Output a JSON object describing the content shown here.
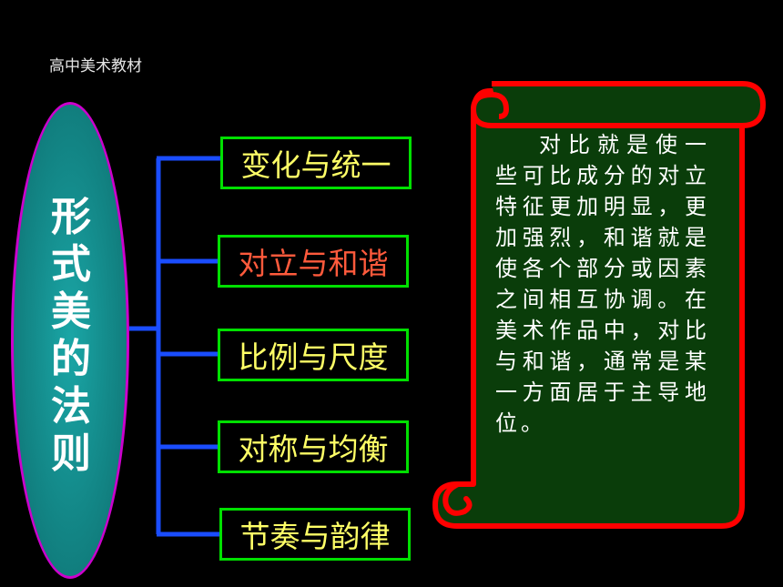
{
  "caption": "高中美术教材",
  "main_title": "形式美的法则",
  "items": [
    {
      "label": "变化与统一"
    },
    {
      "label": "对立与和谐"
    },
    {
      "label": "比例与尺度"
    },
    {
      "label": "对称与均衡"
    },
    {
      "label": "节奏与韵律"
    }
  ],
  "active_item": "对立与和谐",
  "scroll_text": "对比就是使一些可比成分的对立特征更加明显，更加强烈，和谐就是使各个部分或因素之间相互协调。在美术作品中，对比与和谐，通常是某一方面居于主导地位。",
  "colors": {
    "background": "#000000",
    "oval_fill": "#148c8c",
    "oval_border": "#cc00cc",
    "connector": "#1a4dff",
    "box_border": "#00e000",
    "item_text": "#ffff66",
    "active_text": "#ff5a3c",
    "scroll_fill": "#0a3d0a",
    "scroll_border": "#ff0000"
  }
}
